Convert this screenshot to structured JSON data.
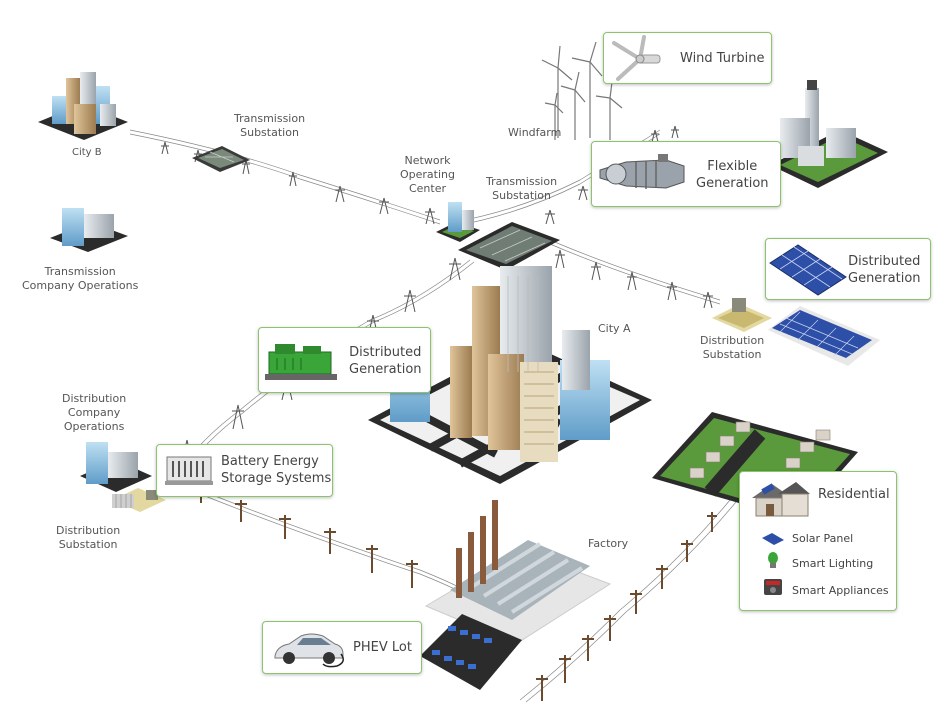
{
  "labels": {
    "city_b": "City B",
    "transmission_substation_1": [
      "Transmission",
      "Substation"
    ],
    "network_operating_center": [
      "Network",
      "Operating",
      "Center"
    ],
    "transmission_substation_2": [
      "Transmission",
      "Substation"
    ],
    "windfarm": "Windfarm",
    "transmission_company_operations": [
      "Transmission",
      "Company Operations"
    ],
    "city_a": "City A",
    "distribution_substation_right": [
      "Distribution",
      "Substation"
    ],
    "distribution_company_operations": [
      "Distribution",
      "Company",
      "Operations"
    ],
    "distribution_substation_left": [
      "Distribution",
      "Substation"
    ],
    "factory": "Factory"
  },
  "callouts": {
    "wind_turbine": "Wind Turbine",
    "flexible_generation": [
      "Flexible",
      "Generation"
    ],
    "distributed_generation_right": [
      "Distributed",
      "Generation"
    ],
    "distributed_generation_center": [
      "Distributed",
      "Generation"
    ],
    "battery_storage": [
      "Battery Energy",
      "Storage Systems"
    ],
    "residential": {
      "title": "Residential",
      "items": [
        "Solar Panel",
        "Smart Lighting",
        "Smart Appliances"
      ]
    },
    "phev_lot": "PHEV Lot"
  },
  "colors": {
    "callout_border": "#8cc46e",
    "ground": "#2b2b2b",
    "grass": "#5a9a3c",
    "building_blue": "#7fb6d9",
    "building_tan": "#c8a878",
    "solar_blue": "#2d4fa8",
    "generator_green": "#3aa63a"
  }
}
